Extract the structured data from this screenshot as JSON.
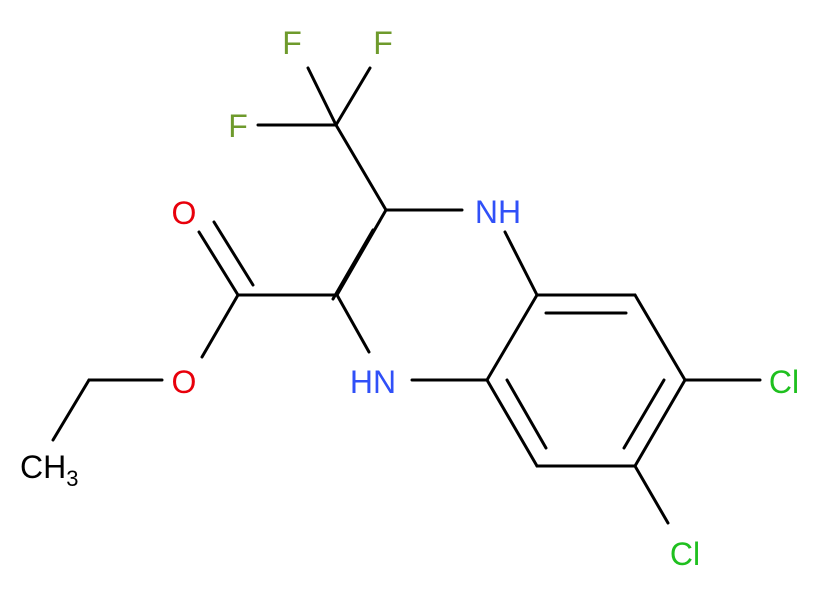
{
  "molecule": {
    "atoms": {
      "f1": "F",
      "f2": "F",
      "f3": "F",
      "o_carbonyl": "O",
      "o_ester": "O",
      "nh_top": "NH",
      "nh_bottom": "HN",
      "cl_upper": "Cl",
      "cl_lower": "Cl",
      "methyl": "CH",
      "methyl_subscript": "3"
    },
    "colors": {
      "bond": "#000000",
      "fluorine": "#6e9a2c",
      "oxygen": "#e8000b",
      "nitrogen": "#3050f8",
      "chlorine": "#1fc01f",
      "carbon": "#000000"
    }
  }
}
